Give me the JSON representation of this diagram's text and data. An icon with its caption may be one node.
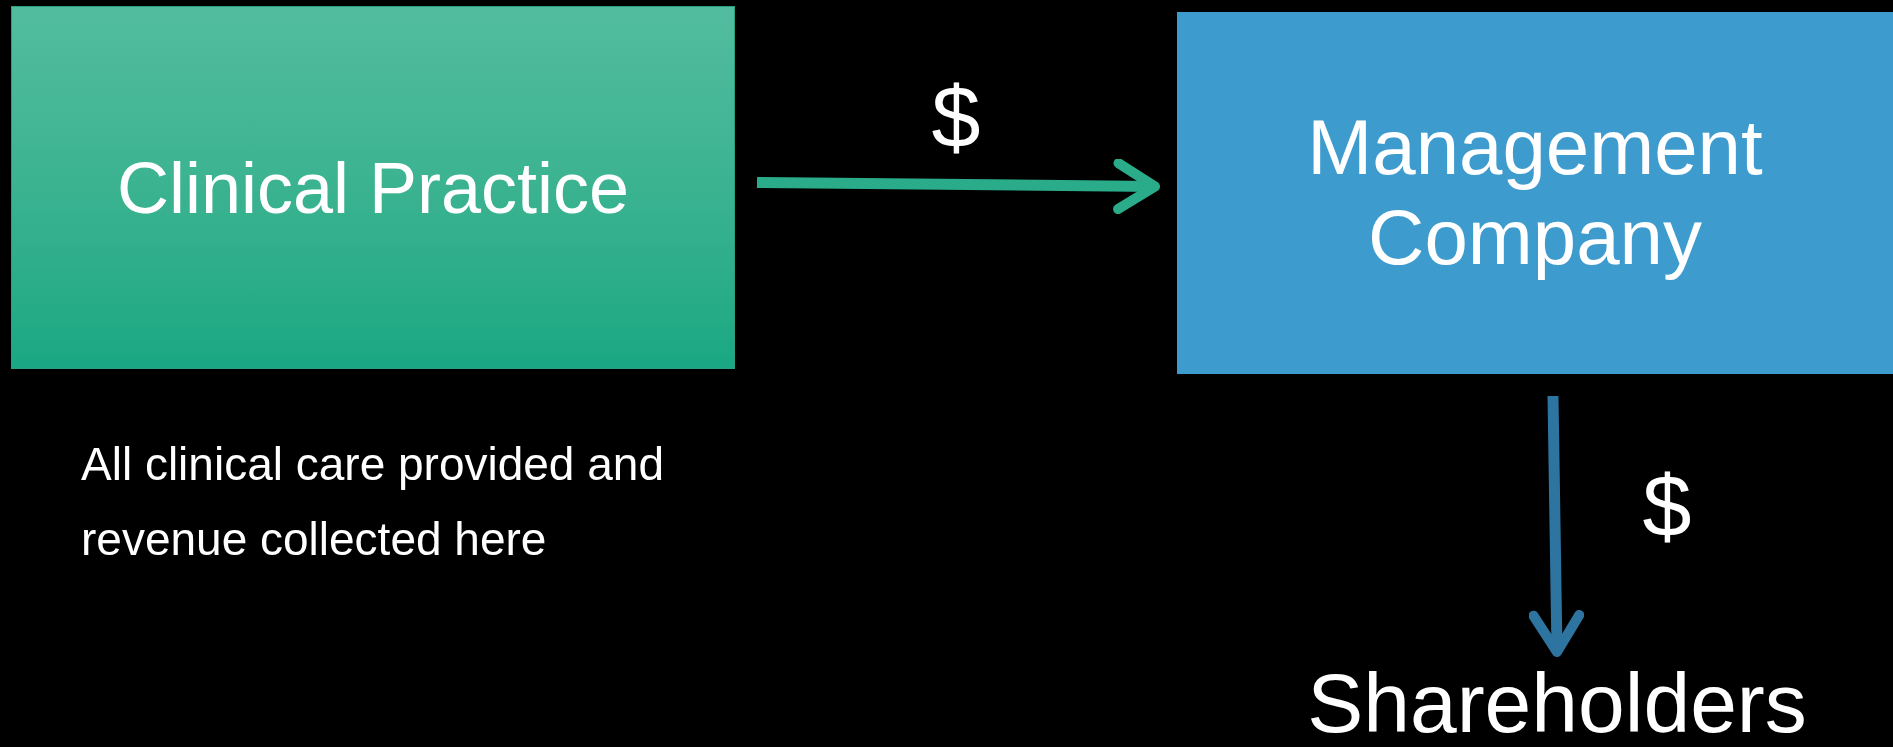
{
  "diagram": {
    "nodes": [
      {
        "text": [
          "Clinical Practice"
        ],
        "beside": [
          "All clinical care provided and revenue collected here"
        ]
      },
      {
        "text": [
          "Management Company"
        ]
      },
      {
        "text": [
          "Shareholders"
        ]
      }
    ],
    "edges": [
      {
        "from": 0,
        "to": 1,
        "arrow": "to",
        "label": "$",
        "color": "#2aab8a"
      },
      {
        "from": 1,
        "to": 2,
        "arrow": "to",
        "label": "$",
        "color": "#2e74a0"
      }
    ]
  }
}
